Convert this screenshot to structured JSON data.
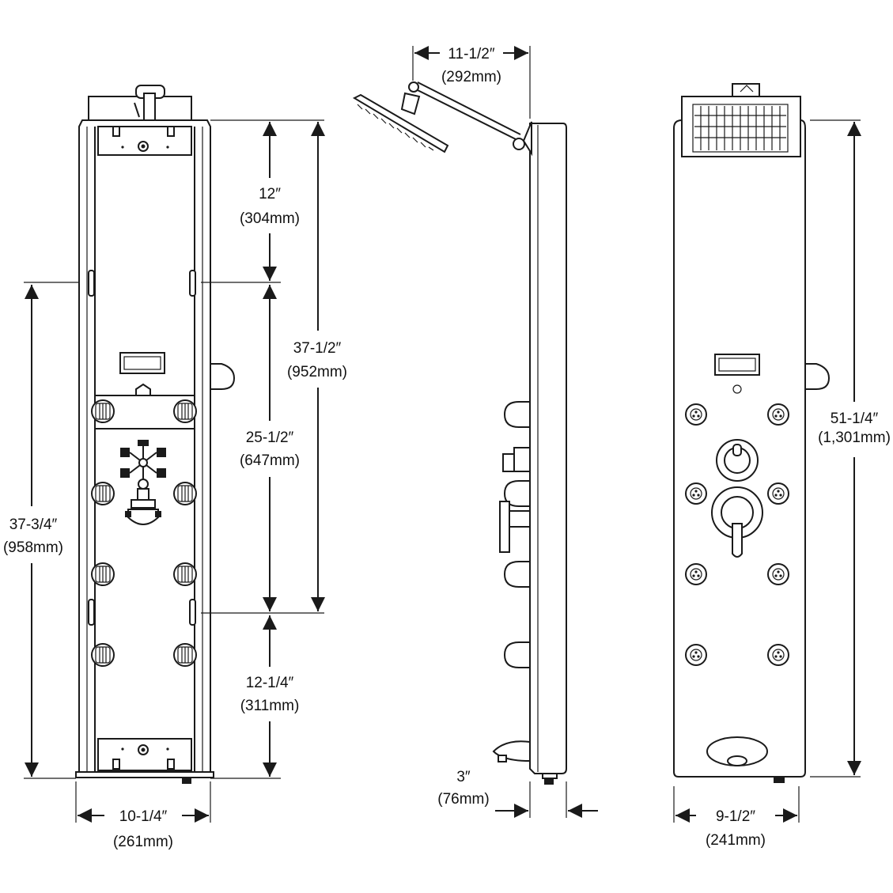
{
  "front_view": {
    "height_upper": "12″",
    "height_upper_mm": "(304mm)",
    "height_mid": "25-1/2″",
    "height_mid_mm": "(647mm)",
    "height_lower": "12-1/4″",
    "height_lower_mm": "(311mm)",
    "height_total": "37-1/2″",
    "height_total_mm": "(952mm)",
    "height_side": "37-3/4″",
    "height_side_mm": "(958mm)",
    "width": "10-1/4″",
    "width_mm": "(261mm)"
  },
  "side_view": {
    "arm_reach": "11-1/2″",
    "arm_reach_mm": "(292mm)",
    "depth": "3″",
    "depth_mm": "(76mm)"
  },
  "rear_view": {
    "height": "51-1/4″",
    "height_mm": "(1,301mm)",
    "width": "9-1/2″",
    "width_mm": "(241mm)"
  }
}
